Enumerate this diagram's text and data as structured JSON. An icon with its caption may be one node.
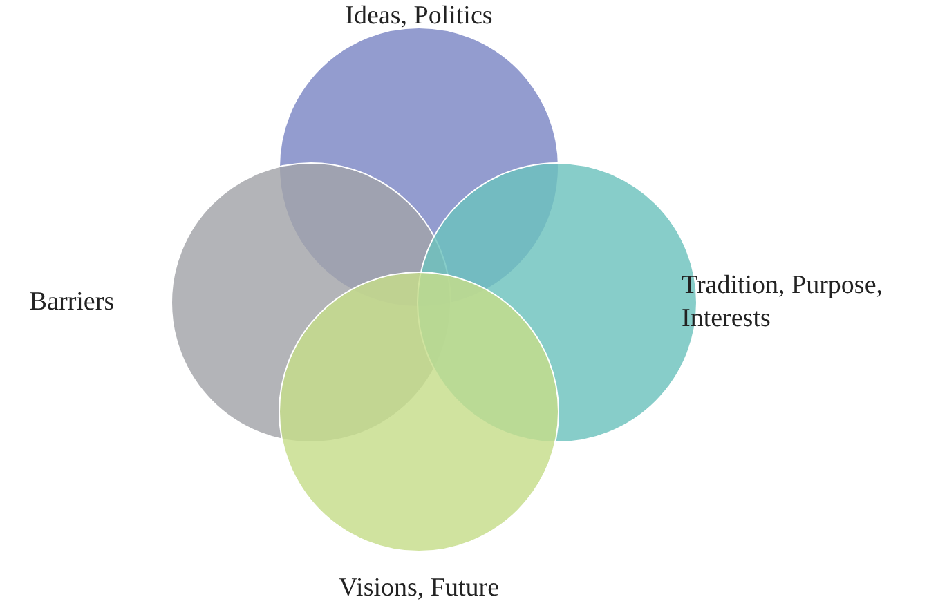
{
  "diagram": {
    "nodes": [
      {
        "text": [
          "Ideas, Politics"
        ]
      },
      {
        "text": [
          "Barriers"
        ]
      },
      {
        "text": [
          "Tradition, Purpose, Interests"
        ]
      },
      {
        "text": [
          "Visions, Future"
        ]
      }
    ]
  }
}
